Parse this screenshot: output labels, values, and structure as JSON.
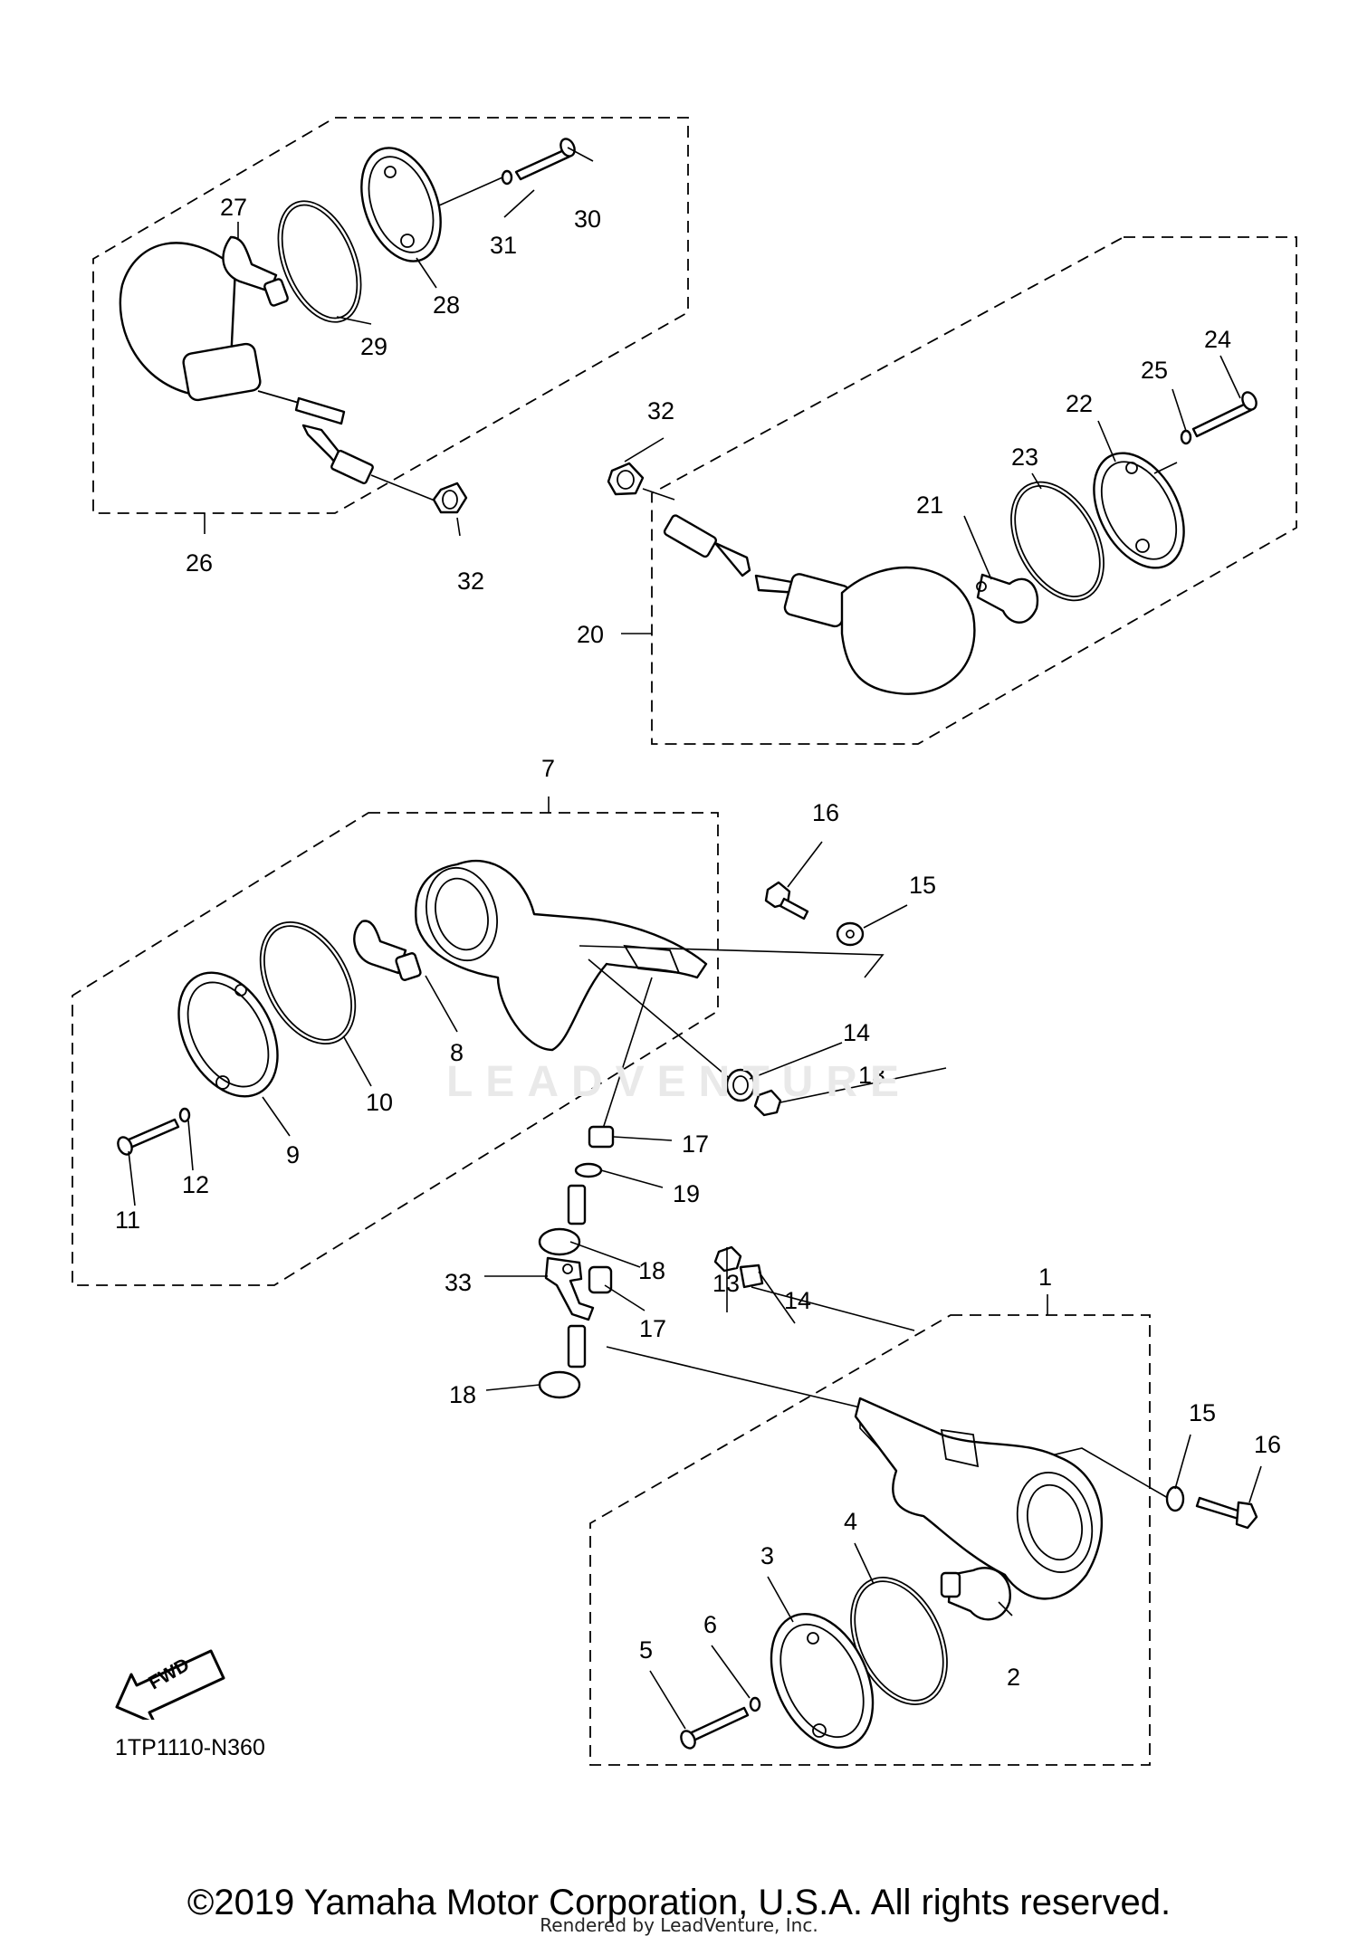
{
  "diagram": {
    "part_numbers": [
      "1",
      "2",
      "3",
      "4",
      "5",
      "6",
      "7",
      "8",
      "9",
      "10",
      "11",
      "12",
      "13",
      "14",
      "15",
      "16",
      "17",
      "18",
      "19",
      "20",
      "21",
      "22",
      "23",
      "24",
      "25",
      "26",
      "27",
      "28",
      "29",
      "30",
      "31",
      "32",
      "33"
    ],
    "direction_label": "FWD",
    "diagram_code": "1TP1110-N360",
    "watermark": "LEADVENTURE"
  },
  "footer": {
    "copyright": "©2019 Yamaha Motor Corporation, U.S.A. All rights reserved.",
    "rendered_by": "Rendered by LeadVenture, Inc."
  }
}
